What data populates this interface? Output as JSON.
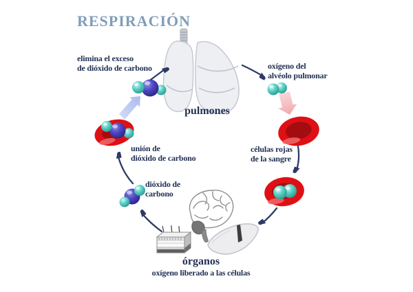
{
  "title": "RESPIRACIÓN",
  "labels": {
    "elimina": "elimina el exceso\nde dióxido de carbono",
    "pulmones": "pulmones",
    "oxigeno_alveolo": "oxígeno del\nalvéolo pulmonar",
    "celulas_rojas": "células rojas\nde la sangre",
    "union_co2": "unión de\ndióxido de carbono",
    "dioxido_carbono": "dióxido de\ncarbono",
    "organos": "órganos",
    "oxigeno_liberado": "oxígeno liberado a las células"
  },
  "illustrations": {
    "lungs": "lungs-illustration",
    "red_blood_cell": "red-blood-cell-illustration",
    "oxygen_molecule": "o2-molecule-illustration",
    "carbon_dioxide_molecule": "co2-molecule-illustration",
    "brain": "brain-illustration",
    "skin_tissue": "skin-tissue-illustration",
    "liver": "liver-illustration"
  },
  "colors": {
    "title_text": "#7f9db9",
    "label_text": "#233055",
    "cycle_arrow": "#2e3a66",
    "exhale_arrow_light_blue": "#b9c7f0",
    "inhale_arrow_pink": "#f3bcc1",
    "red_cell": "#df1015",
    "red_cell_dark": "#a30d12",
    "molecule_blue": "#453fbc",
    "molecule_teal": "#55cfc4",
    "organ_gray": "#ededf0",
    "background": "#ffffff"
  }
}
